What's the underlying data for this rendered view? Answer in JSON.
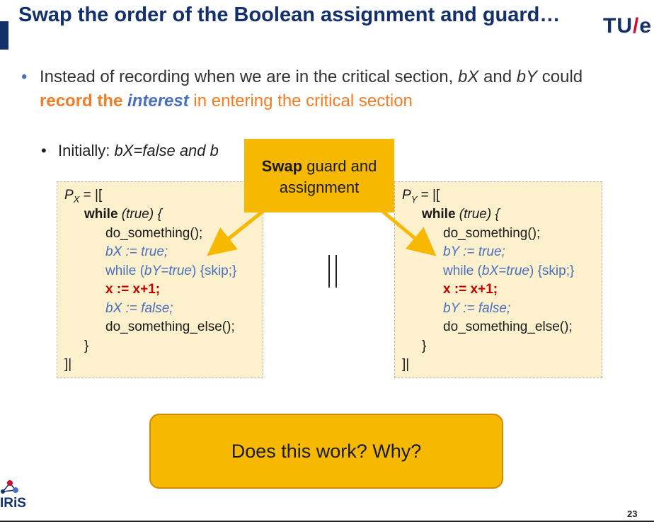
{
  "slide": {
    "title": "Swap the order of the Boolean assignment and guard…",
    "page_number": "23"
  },
  "logos": {
    "tue_prefix": "TU",
    "tue_slash": "/",
    "tue_suffix": "e",
    "iris": "IRiS"
  },
  "bullet1": {
    "part1": "Instead of recording when we are in the critical section, ",
    "bX": "bX",
    "and": " and ",
    "bY": "bY",
    "part2": " could ",
    "record_the": "record the ",
    "interest": "interest",
    "part3": " in entering the critical section"
  },
  "bullet2": {
    "label": "Initially:  ",
    "value": "bX=false and b"
  },
  "callout": {
    "bold": "Swap",
    "rest": " guard and assignment"
  },
  "process_x": {
    "p": "P",
    "sub": "X",
    "open": " = |[",
    "while_kw": "while",
    "while_cond": " (true) {",
    "line1": "do_something();",
    "line2": "bX := true;",
    "line3_a": "while (",
    "line3_b": "bY=true",
    "line3_c": ") {skip;}",
    "line4": "x := x+1;",
    "line5": "bX := false;",
    "line6": "do_something_else();",
    "close_brace": "}",
    "close": "]|"
  },
  "process_y": {
    "p": "P",
    "sub": "Y",
    "open": " = |[",
    "while_kw": "while",
    "while_cond": " (true) {",
    "line1": "do_something();",
    "line2": "bY := true;",
    "line3_a": "while (",
    "line3_b": "bX=true",
    "line3_c": ") {skip;}",
    "line4": "x := x+1;",
    "line5": "bY := false;",
    "line6": "do_something_else();",
    "close_brace": "}",
    "close": "]|"
  },
  "question": "Does this work? Why?",
  "colors": {
    "title_blue": "#14306a",
    "accent_orange": "#f07d28",
    "code_blue": "#4a6fbf",
    "code_red": "#c00000",
    "callout_yellow": "#f7b800",
    "box_fill": "#fdf0cc"
  }
}
